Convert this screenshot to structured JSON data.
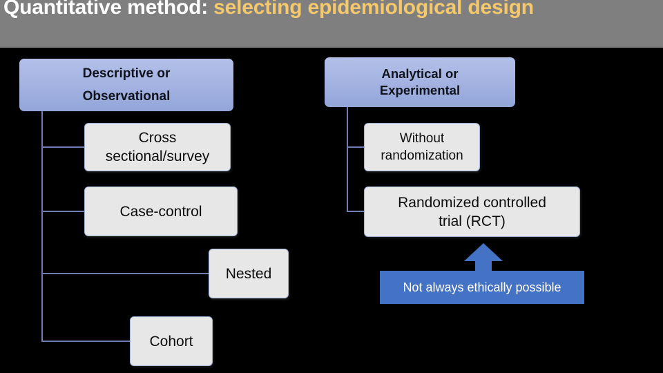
{
  "slide": {
    "title": {
      "lead": "Quantitative method: ",
      "highlight": "selecting epidemiological design"
    },
    "background_color": "#000000",
    "title_band_color": "#7f7f7f",
    "title_lead_color": "#ffffff",
    "title_highlight_color": "#f5c96b"
  },
  "diagram": {
    "branches": [
      {
        "id": "descriptive",
        "root_label_line1": "Descriptive or",
        "root_label_line2": "Observational",
        "children": [
          {
            "label_line1": "Cross",
            "label_line2": "sectional/survey"
          },
          {
            "label_line1": "Case-control",
            "label_line2": ""
          },
          {
            "label_line1": "Nested",
            "label_line2": ""
          },
          {
            "label_line1": "Cohort",
            "label_line2": ""
          }
        ]
      },
      {
        "id": "analytical",
        "root_label_line1": "Analytical or",
        "root_label_line2": "Experimental",
        "children": [
          {
            "label_line1": "Without",
            "label_line2": "randomization"
          },
          {
            "label_line1": "Randomized controlled",
            "label_line2": "trial (RCT)"
          }
        ]
      }
    ],
    "callout": {
      "text": "Not always ethically possible",
      "color": "#4472c4",
      "text_color": "#ffffff",
      "points_to": "Randomized controlled trial (RCT)"
    },
    "node_fill": "#e7e7e7",
    "root_fill_top": "#b3c0e8",
    "root_fill_bottom": "#92a6da",
    "connector_color": "#6f7fb5"
  }
}
